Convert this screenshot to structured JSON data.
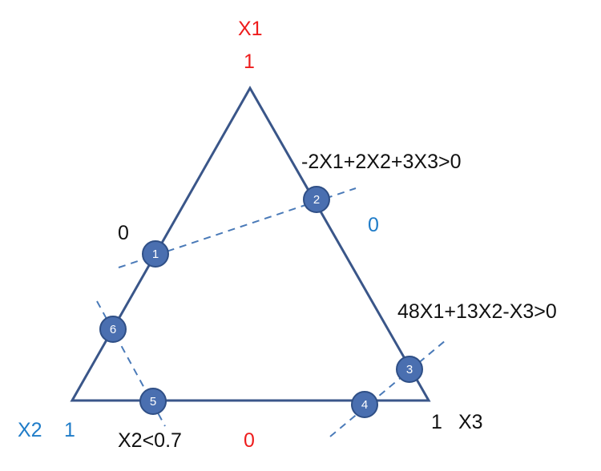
{
  "colors": {
    "triangle": "#3a5689",
    "cut_line": "#4a7ab8",
    "node_fill": "#4a6fb0",
    "node_stroke": "#2f4f86",
    "red": "#ee1c1c",
    "blue": "#1f7cc8",
    "black": "#111111"
  },
  "labels": {
    "x1_name": "X1",
    "x1_value": "1",
    "x2_name": "X2",
    "x2_value": "1",
    "x3_name": "X3",
    "x3_value": "1",
    "constraint_upper": "-2X1+2X2+3X3>0",
    "constraint_right": "48X1+13X2-X3>0",
    "constraint_bottom": "X2<0.7",
    "zero_left": "0",
    "zero_right": "0",
    "zero_bottom": "0"
  },
  "nodes": [
    "1",
    "2",
    "3",
    "4",
    "5",
    "6"
  ]
}
